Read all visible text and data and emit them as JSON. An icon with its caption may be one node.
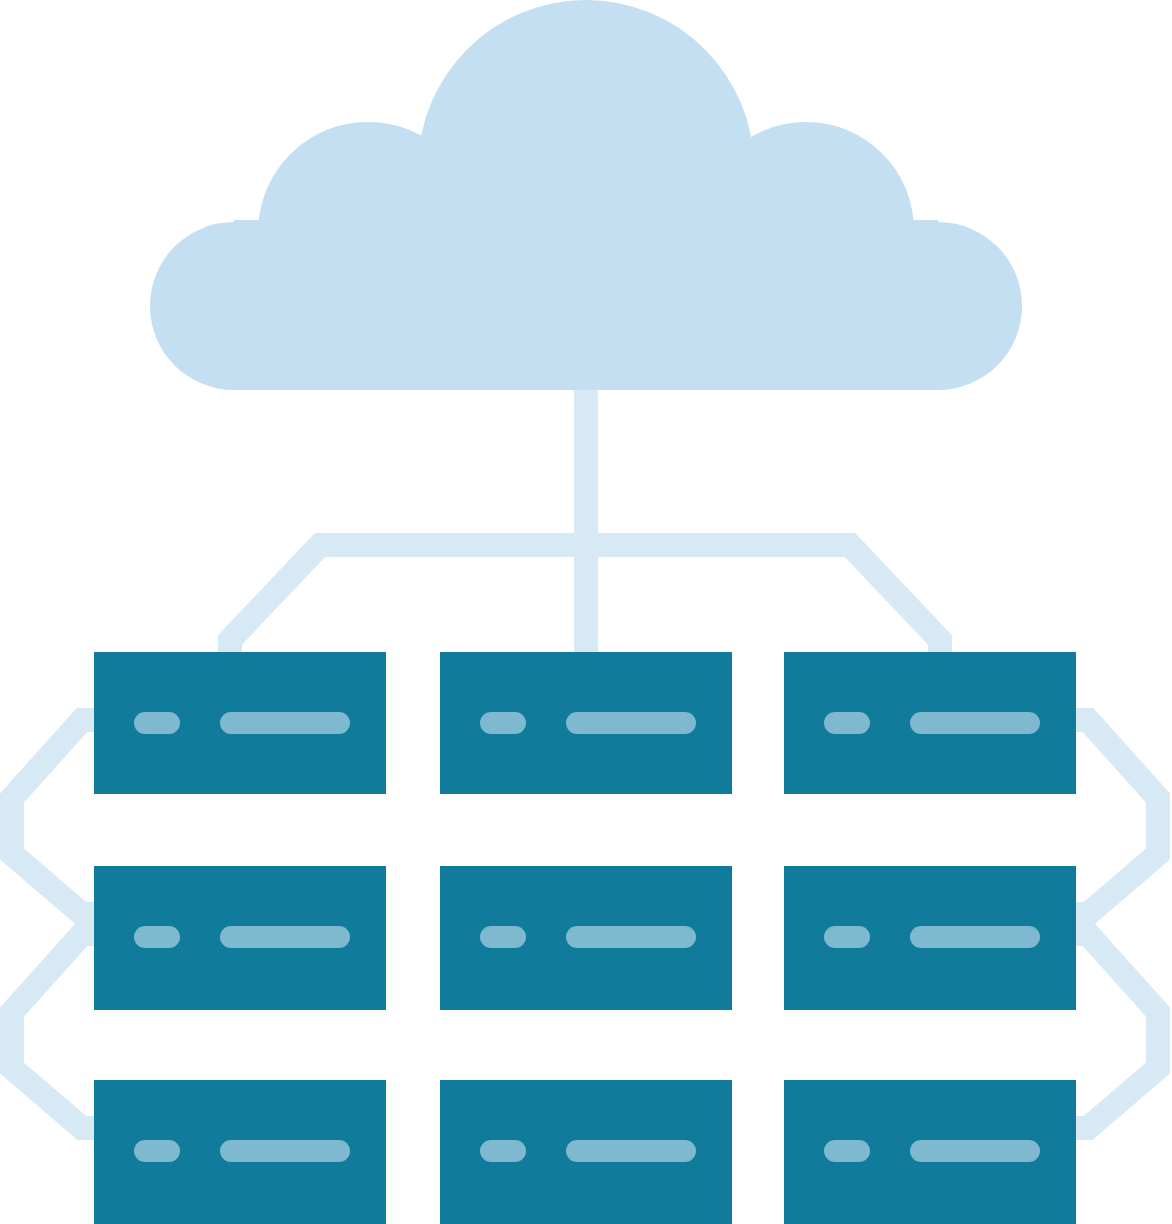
{
  "diagram": {
    "nodes": [
      {
        "text": [],
        "shape": "cloud"
      },
      {
        "text": [],
        "shape": "box"
      },
      {
        "text": [],
        "shape": "box"
      },
      {
        "text": [],
        "shape": "box"
      },
      {
        "text": [],
        "shape": "box"
      },
      {
        "text": [],
        "shape": "box"
      },
      {
        "text": [],
        "shape": "box"
      },
      {
        "text": [],
        "shape": "box"
      },
      {
        "text": [],
        "shape": "box"
      },
      {
        "text": [],
        "shape": "box"
      }
    ],
    "edges": [
      {
        "from": 0,
        "to": 2,
        "arrow": "none"
      },
      {
        "from": 0,
        "to": 1,
        "arrow": "none"
      },
      {
        "from": 0,
        "to": 3,
        "arrow": "none"
      },
      {
        "from": 1,
        "to": 4,
        "arrow": "none"
      },
      {
        "from": 4,
        "to": 7,
        "arrow": "none"
      },
      {
        "from": 3,
        "to": 6,
        "arrow": "none"
      },
      {
        "from": 6,
        "to": 9,
        "arrow": "none"
      }
    ]
  }
}
